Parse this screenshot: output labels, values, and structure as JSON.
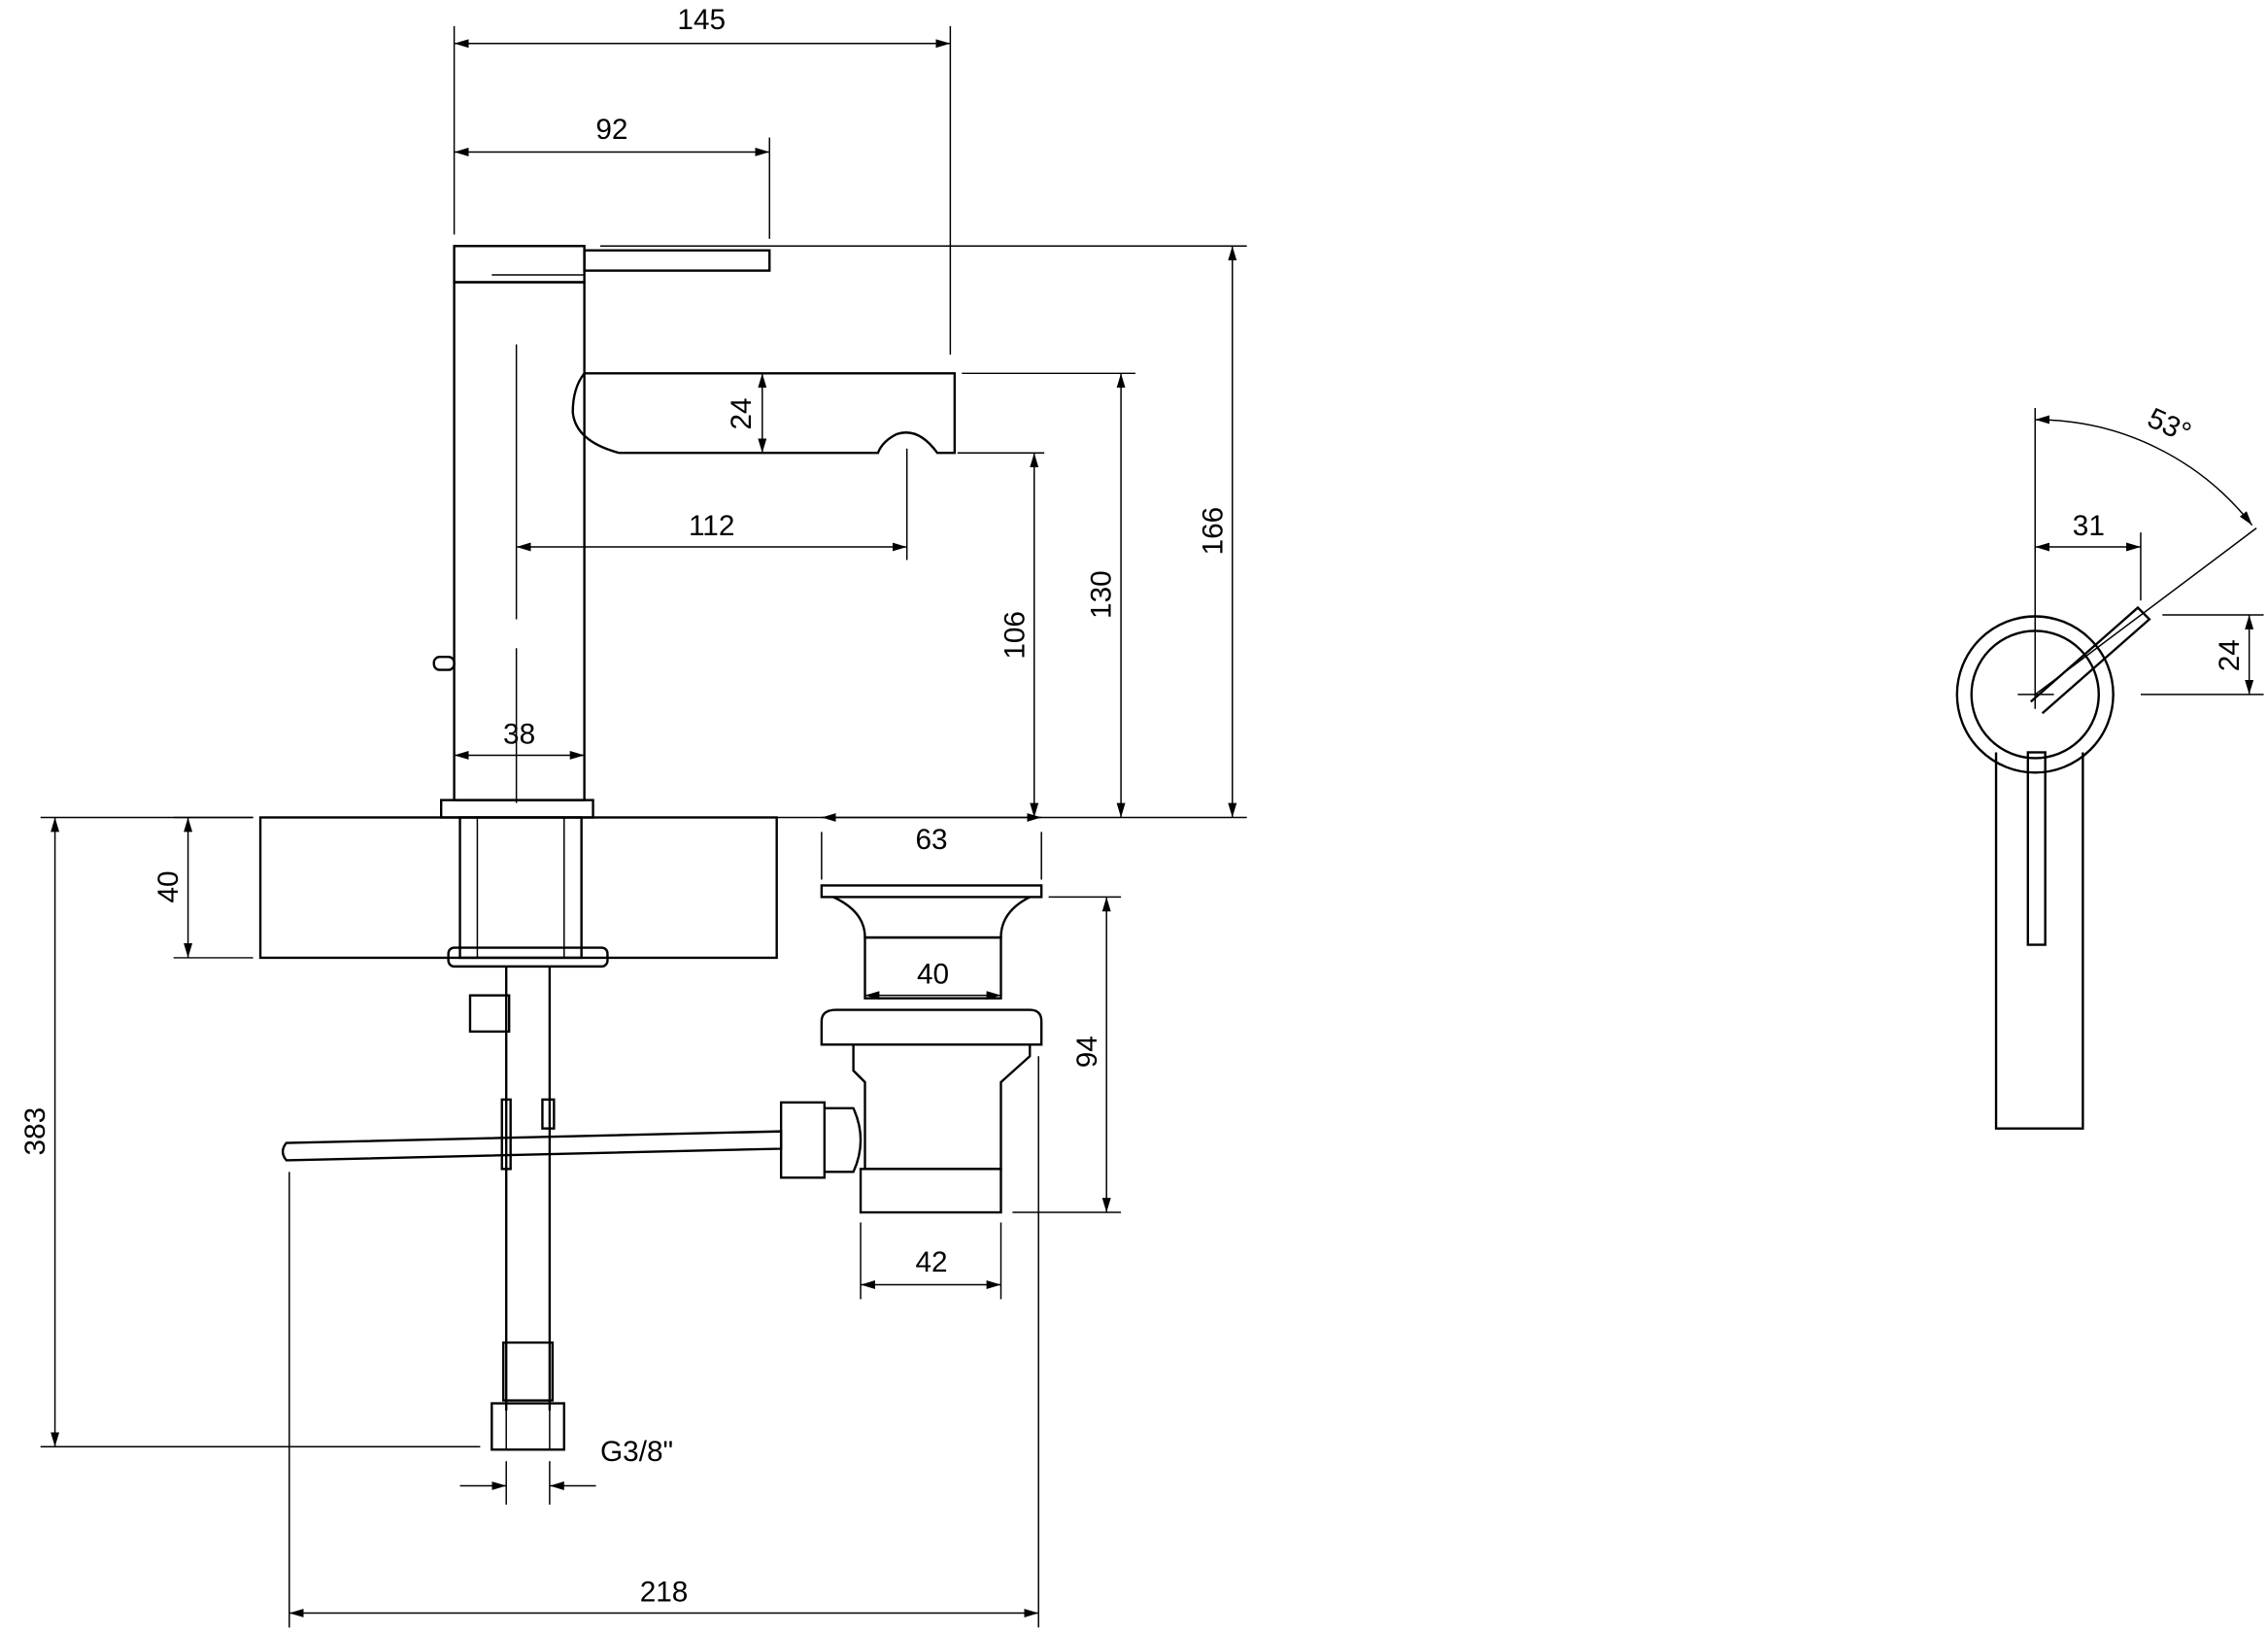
{
  "drawing": {
    "front_view": {
      "dimensions": {
        "overall_reach": "145",
        "lever_reach": "92",
        "overall_height": "166",
        "spout_top_height": "130",
        "spout_outlet_height": "106",
        "spout_thickness": "24",
        "spout_projection": "112",
        "body_diameter": "38",
        "deck_thickness": "40",
        "total_depth": "383",
        "overall_width": "218",
        "connection_thread": "G3/8\""
      }
    },
    "drain_view": {
      "dimensions": {
        "flange_diameter": "63",
        "throat_diameter": "40",
        "drain_height": "94",
        "tail_diameter": "42"
      }
    },
    "top_view": {
      "dimensions": {
        "lever_angle": "53°",
        "lever_offset": "31",
        "lever_height": "24"
      }
    }
  }
}
